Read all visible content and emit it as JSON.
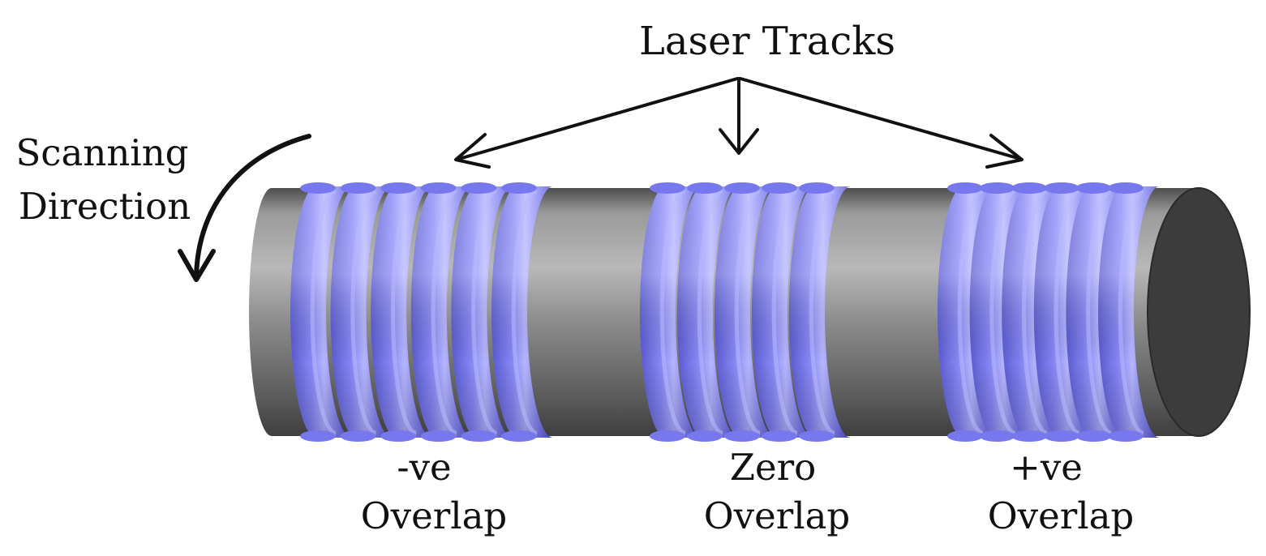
{
  "title": "Laser Tracks",
  "scanning": {
    "line1": "Scanning",
    "line2": "Direction"
  },
  "groups": [
    {
      "id": "negative",
      "line1": "-ve",
      "line2": "Overlap",
      "track_count": 6,
      "pitch_relative": 1.55,
      "overlap": "negative"
    },
    {
      "id": "zero",
      "line1": "Zero",
      "line2": "Overlap",
      "track_count": 5,
      "pitch_relative": 1.0,
      "overlap": "zero"
    },
    {
      "id": "positive",
      "line1": "+ve",
      "line2": "Overlap",
      "track_count": 6,
      "pitch_relative": 0.72,
      "overlap": "positive"
    }
  ],
  "colors": {
    "rod_light": "#b4b4b4",
    "rod_mid": "#7d7d7d",
    "rod_dark": "#4a4a4a",
    "rod_end_face": "#3c3c3c",
    "track_base": "#7878ee",
    "track_highlight": "#b9b9ff",
    "track_shadow": "#5555c8",
    "arrow": "#111111"
  }
}
